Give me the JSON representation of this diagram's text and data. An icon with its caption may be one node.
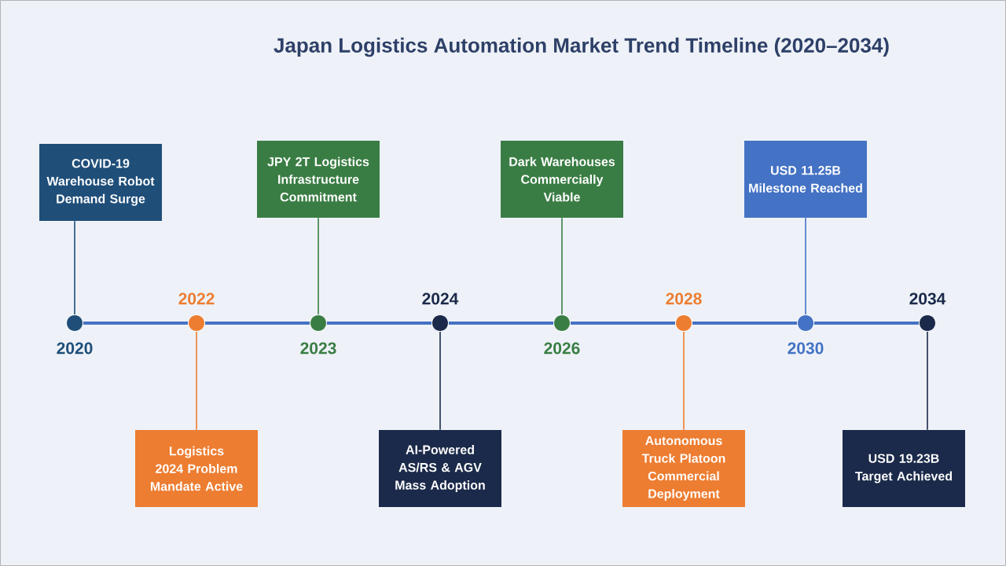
{
  "diagram": {
    "title": "Japan Logistics Automation Market Trend Timeline (2020–2034)",
    "nodes": [
      {
        "text": [
          "COVID-19 Warehouse Robot Demand Surge"
        ]
      },
      {
        "text": [],
        "shape": "circle",
        "beside": [
          "2020"
        ]
      },
      {
        "text": [],
        "shape": "circle",
        "beside": [
          "2022"
        ]
      },
      {
        "text": [
          "Logistics 2024 Problem Mandate Active"
        ]
      },
      {
        "text": [
          "JPY 2T Logistics Infrastructure Commitment"
        ]
      },
      {
        "text": [],
        "shape": "circle",
        "beside": [
          "2023"
        ]
      },
      {
        "text": [],
        "shape": "circle",
        "beside": [
          "2024"
        ]
      },
      {
        "text": [
          "AI-Powered AS/RS & AGV Mass Adoption"
        ]
      },
      {
        "text": [
          "Dark Warehouses Commercially Viable"
        ]
      },
      {
        "text": [],
        "shape": "circle",
        "beside": [
          "2026"
        ]
      },
      {
        "text": [],
        "shape": "circle",
        "beside": [
          "2028"
        ]
      },
      {
        "text": [
          "Autonomous Truck Platoon Commercial Deployment"
        ]
      },
      {
        "text": [
          "USD 11.25B Milestone Reached"
        ]
      },
      {
        "text": [],
        "shape": "circle",
        "beside": [
          "2030"
        ]
      },
      {
        "text": [],
        "shape": "circle",
        "beside": [
          "2034"
        ]
      },
      {
        "text": [
          "USD 19.23B Target Achieved"
        ]
      }
    ],
    "edges": [
      {
        "from": 0,
        "to": 1,
        "arrow": "none",
        "color": "#1f4e79"
      },
      {
        "from": 2,
        "to": 3,
        "arrow": "none",
        "color": "#ed7d31"
      },
      {
        "from": 4,
        "to": 5,
        "arrow": "none",
        "color": "#3a7d44"
      },
      {
        "from": 6,
        "to": 7,
        "arrow": "none",
        "color": "#1b2a4a"
      },
      {
        "from": 8,
        "to": 9,
        "arrow": "none",
        "color": "#3a7d44"
      },
      {
        "from": 10,
        "to": 11,
        "arrow": "none",
        "color": "#ed7d31"
      },
      {
        "from": 12,
        "to": 13,
        "arrow": "none",
        "color": "#4472c4"
      },
      {
        "from": 14,
        "to": 15,
        "arrow": "none",
        "color": "#1b2a4a"
      },
      {
        "from": 1,
        "to": 2,
        "arrow": "none",
        "style": "thick",
        "color": "#4472c4"
      },
      {
        "from": 2,
        "to": 5,
        "arrow": "none",
        "style": "thick",
        "color": "#4472c4"
      },
      {
        "from": 5,
        "to": 6,
        "arrow": "none",
        "style": "thick",
        "color": "#4472c4"
      },
      {
        "from": 6,
        "to": 9,
        "arrow": "none",
        "style": "thick",
        "color": "#4472c4"
      },
      {
        "from": 9,
        "to": 10,
        "arrow": "none",
        "style": "thick",
        "color": "#4472c4"
      },
      {
        "from": 10,
        "to": 13,
        "arrow": "none",
        "style": "thick",
        "color": "#4472c4"
      },
      {
        "from": 13,
        "to": 14,
        "arrow": "none",
        "style": "thick",
        "color": "#4472c4"
      }
    ]
  }
}
